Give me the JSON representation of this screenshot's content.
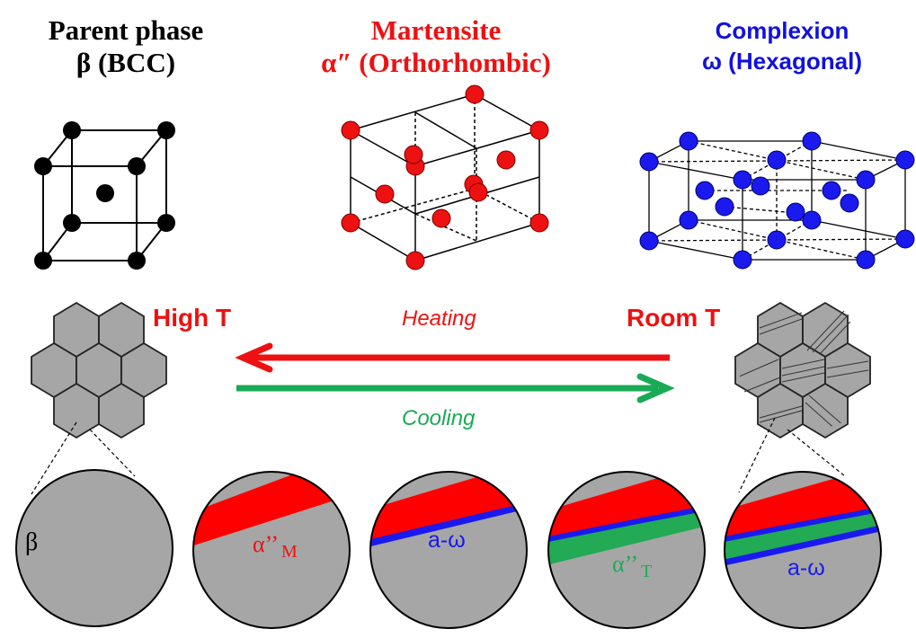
{
  "phases": {
    "parent": {
      "line1": "Parent phase",
      "line2": "β (BCC)",
      "color": "#000000"
    },
    "martensite": {
      "line1": "Martensite",
      "line2": "α″ (Orthorhombic)",
      "color": "#ee1111"
    },
    "complexion": {
      "line1": "Complexion",
      "line2": "ω (Hexagonal)",
      "color": "#1111dd"
    }
  },
  "temperatures": {
    "high": "High T",
    "room": "Room T"
  },
  "processes": {
    "heating": {
      "label": "Heating",
      "color": "#ee1111"
    },
    "cooling": {
      "label": "Cooling",
      "color": "#1aaa55"
    }
  },
  "circle_labels": {
    "beta": "β",
    "alpha_M": "α’’",
    "alpha_M_sub": "M",
    "a_omega_1": "a-ω",
    "alpha_T": "α’’",
    "alpha_T_sub": "T",
    "a_omega_2": "a-ω"
  },
  "colors": {
    "matrix_grey": "#a6a6a6",
    "martensite_band": "#ff0000",
    "omega_band": "#1a1aee",
    "alpha_T_band": "#22aa55"
  }
}
